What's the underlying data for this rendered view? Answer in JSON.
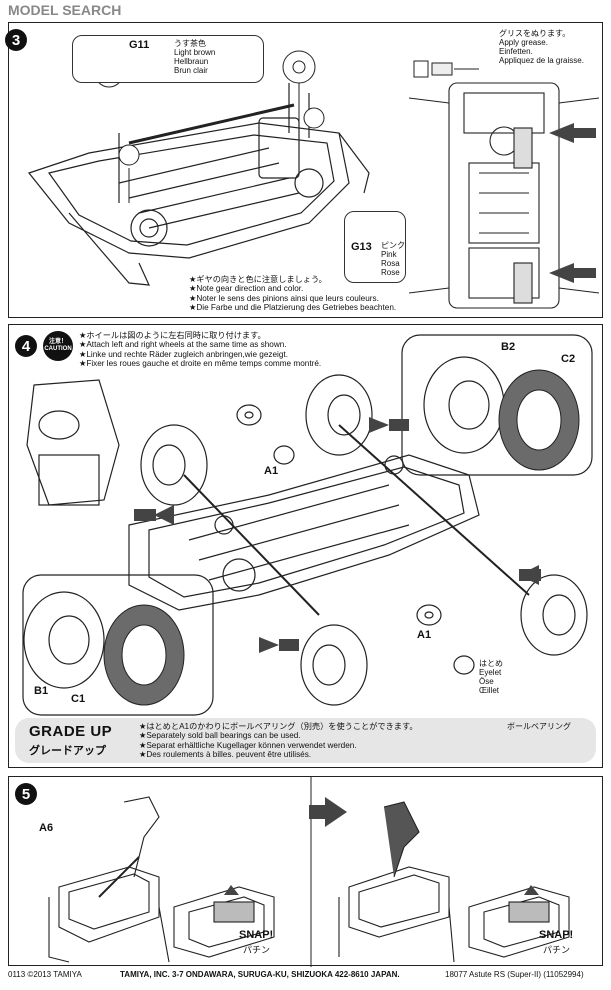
{
  "watermark": {
    "brand": "MODEL",
    "suffix": "SEARCH"
  },
  "step3": {
    "number": "3",
    "g11": {
      "part": "G11",
      "lines": [
        "うす茶色",
        "Light brown",
        "Hellbraun",
        "Brun clair"
      ]
    },
    "grease": [
      "グリスをぬります。",
      "Apply grease.",
      "Einfetten.",
      "Appliquez de la graisse."
    ],
    "g13": {
      "part": "G13",
      "lines": [
        "ピンク",
        "Pink",
        "Rosa",
        "Rose"
      ]
    },
    "notes": [
      "★ギヤの向きと色に注意しましょう。",
      "★Note gear direction and color.",
      "★Noter le sens des pinions ainsi que leurs couleurs.",
      "★Die Farbe und die Platzierung des Getriebes beachten."
    ]
  },
  "step4": {
    "number": "4",
    "caution": [
      "注意！",
      "CAUTION"
    ],
    "notes": [
      "★ホイールは図のように左右同時に取り付けます。",
      "★Attach left and right wheels at the same time as shown.",
      "★Linke und rechte Räder zugleich anbringen,wie gezeigt.",
      "★Fixer les roues gauche et droite en même temps comme montré."
    ],
    "parts": {
      "b2": "B2",
      "c2": "C2",
      "a1": "A1",
      "b1": "B1",
      "c1": "C1"
    },
    "eyelet": [
      "はとめ",
      "Eyelet",
      "Öse",
      "Œillet"
    ],
    "grade_up": {
      "title": "GRADE UP",
      "title_jp": "グレードアップ",
      "notes": [
        "★はとめとA1のかわりにボールベアリング（別売）を使うことができます。",
        "★Separately sold ball bearings can be used.",
        "★Separat erhältliche Kugellager können verwendet werden.",
        "★Des roulements à billes. peuvent être utilisés."
      ],
      "bearing_jp": "ボールベアリング"
    }
  },
  "step5": {
    "number": "5",
    "part": "A6",
    "snap": "SNAP!",
    "snap_jp": "パチン"
  },
  "footer": {
    "left": "0113 ©2013 TAMIYA",
    "center": "TAMIYA, INC. 3-7 ONDAWARA, SURUGA-KU, SHIZUOKA 422-8610 JAPAN.",
    "right": "18077 Astute RS (Super-II) (11052994)"
  }
}
